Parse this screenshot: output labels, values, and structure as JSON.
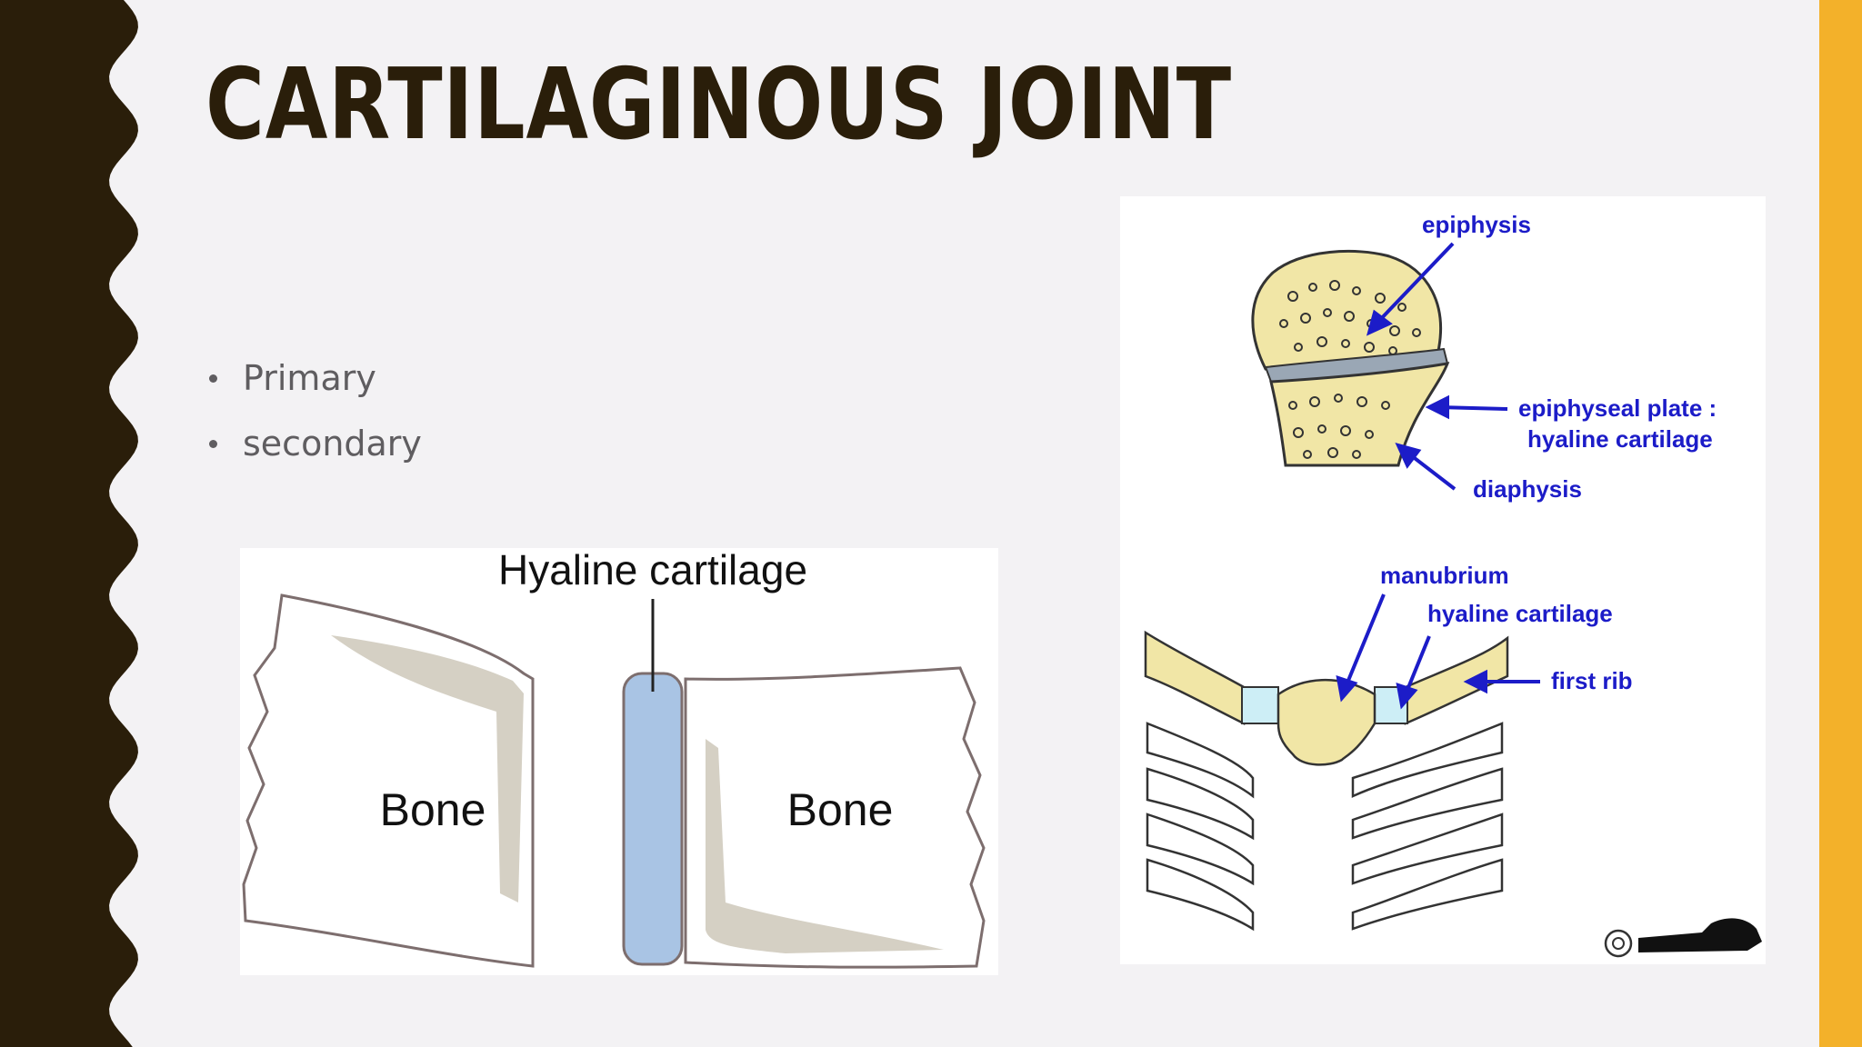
{
  "slide": {
    "title": "CARTILAGINOUS JOINT",
    "bullets": [
      "Primary",
      "secondary"
    ]
  },
  "figure_left": {
    "label_top": "Hyaline cartilage",
    "label_left": "Bone",
    "label_right": "Bone"
  },
  "figure_right": {
    "labels": {
      "epiphysis": "epiphysis",
      "plate_line1": "epiphyseal plate :",
      "plate_line2": "hyaline cartilage",
      "diaphysis": "diaphysis",
      "manubrium": "manubrium",
      "hyaline": "hyaline cartilage",
      "first_rib": "first rib"
    }
  },
  "colors": {
    "dark_band": "#2a1e0a",
    "accent": "#f3b12a",
    "background": "#f3f2f4",
    "cartilage": "#a9c4e4",
    "bone_yellow": "#f1e6a6",
    "label_blue": "#1c1cc8"
  }
}
